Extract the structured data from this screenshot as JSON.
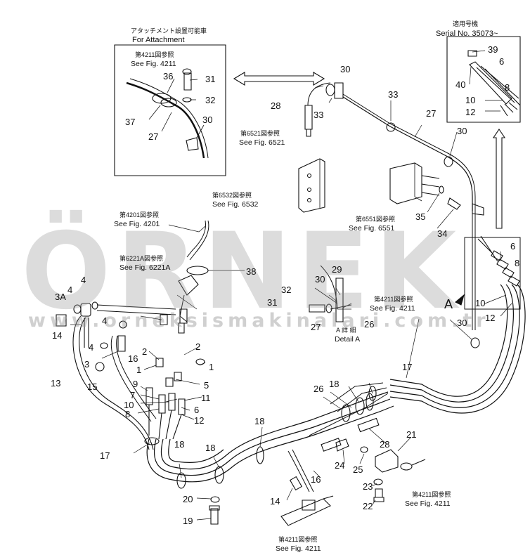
{
  "top_notes": {
    "attachment_jp": "アタッチメント設置可能車",
    "attachment_en": "For Attachment",
    "serial_jp": "適用号機",
    "serial_en": "Serial No. 35073~"
  },
  "references": [
    {
      "id": "r4211a",
      "jp": "第4211図参照",
      "en": "See Fig. 4211"
    },
    {
      "id": "r6521",
      "jp": "第6521図参照",
      "en": "See Fig. 6521"
    },
    {
      "id": "r6532",
      "jp": "第6532図参照",
      "en": "See Fig. 6532"
    },
    {
      "id": "r6551",
      "jp": "第6551図参照",
      "en": "See Fig. 6551"
    },
    {
      "id": "r4201",
      "jp": "第4201図参照",
      "en": "See Fig. 4201"
    },
    {
      "id": "r6221a",
      "jp": "第6221A図参照",
      "en": "See Fig. 6221A"
    },
    {
      "id": "r4211b",
      "jp": "第4211図参照",
      "en": "See Fig. 4211"
    },
    {
      "id": "r4211c",
      "jp": "第4211図参照",
      "en": "See Fig. 4211"
    },
    {
      "id": "r4211d",
      "jp": "第4211図参照",
      "en": "See Fig. 4211"
    }
  ],
  "detail": {
    "jp": "A 詳 細",
    "en": "Detail A",
    "marker": "A"
  },
  "watermark": {
    "brand": "ÖRNEK",
    "url": "www.orneksismakinalari.com.tr"
  },
  "part_numbers": {
    "inset_left": [
      "36",
      "31",
      "32",
      "37",
      "27",
      "30"
    ],
    "top_middle": [
      "30",
      "33",
      "28",
      "33",
      "27",
      "30",
      "35",
      "34"
    ],
    "inset_right": [
      "39",
      "6",
      "40",
      "8",
      "10",
      "12"
    ],
    "right_connectors": [
      "6",
      "8",
      "10",
      "12",
      "30"
    ],
    "detail_a": [
      "38",
      "29",
      "30",
      "32",
      "31",
      "27"
    ],
    "left_group": [
      "3A",
      "4",
      "4",
      "14",
      "4",
      "4",
      "3",
      "16",
      "13",
      "15",
      "2",
      "2",
      "1",
      "1",
      "9",
      "5",
      "7",
      "11",
      "10",
      "6",
      "8",
      "12",
      "17",
      "18",
      "18",
      "20",
      "19"
    ],
    "lower_right": [
      "17",
      "26",
      "26",
      "18",
      "18",
      "21",
      "28",
      "24",
      "25",
      "16",
      "23",
      "22",
      "14"
    ]
  },
  "colors": {
    "ink": "#111111",
    "paper": "#ffffff",
    "watermark": "#969696"
  }
}
